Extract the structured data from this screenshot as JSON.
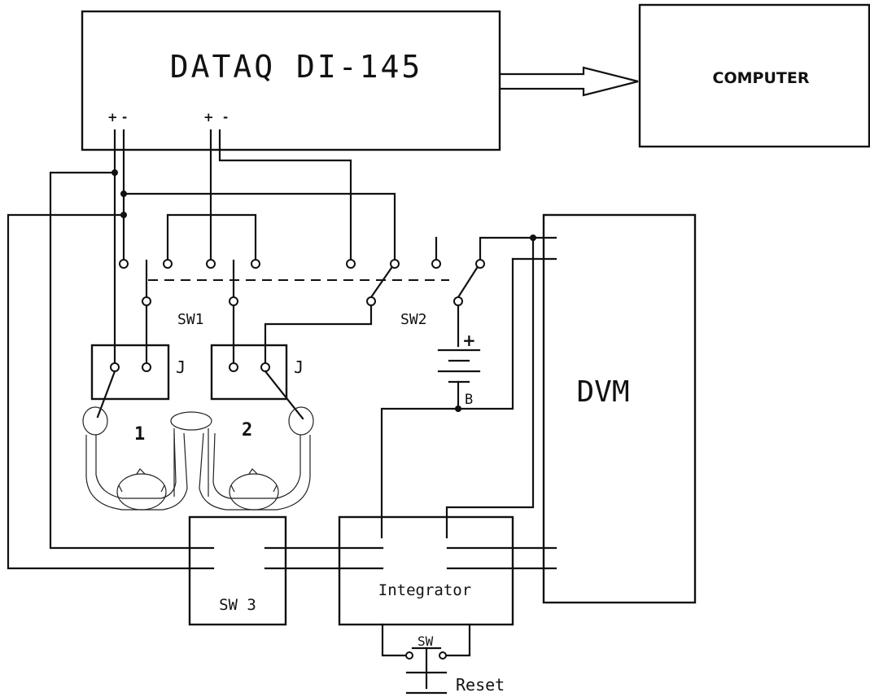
{
  "labels": {
    "daq": "DATAQ DI-145",
    "computer": "COMPUTER",
    "dvm": "DVM",
    "sw1": "SW1",
    "sw2": "SW2",
    "sw3": "SW 3",
    "integrator": "Integrator",
    "sw": "SW",
    "reset": "Reset",
    "j_left": "J",
    "j_right": "J",
    "person1": "1",
    "person2": "2",
    "battery_plus": "+",
    "battery_b": "B",
    "ch1_plus": "+",
    "ch1_minus": "-",
    "ch2_plus": "+",
    "ch2_minus": "-"
  }
}
